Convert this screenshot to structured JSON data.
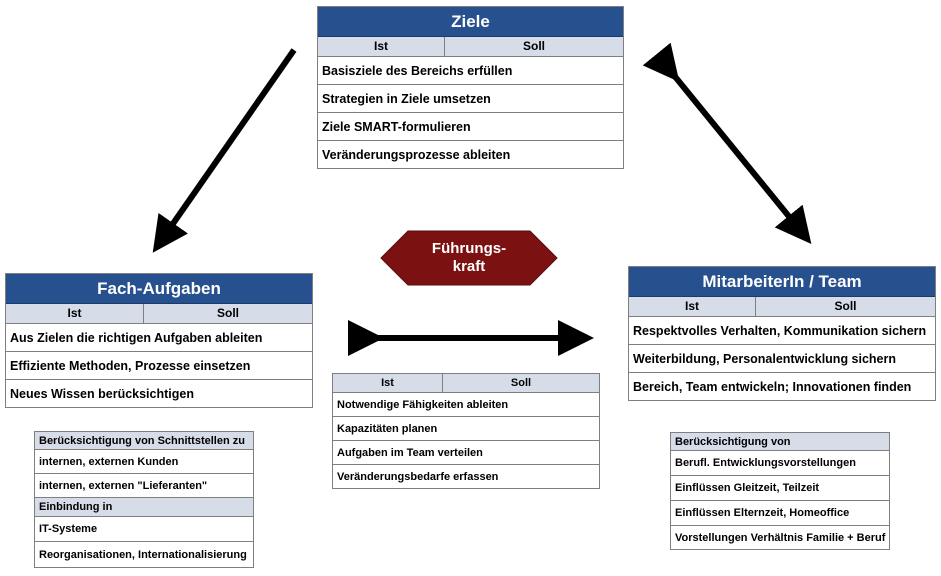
{
  "ziele": {
    "title": "Ziele",
    "ist": "Ist",
    "soll": "Soll",
    "rows": [
      "Basisziele des Bereichs erfüllen",
      "Strategien in Ziele umsetzen",
      "Ziele SMART-formulieren",
      "Veränderungsprozesse ableiten"
    ]
  },
  "fach": {
    "title": "Fach-Aufgaben",
    "ist": "Ist",
    "soll": "Soll",
    "rows": [
      "Aus Zielen die richtigen Aufgaben ableiten",
      "Effiziente Methoden, Prozesse einsetzen",
      "Neues Wissen berücksichtigen"
    ]
  },
  "team": {
    "title": "MitarbeiterIn / Team",
    "ist": "Ist",
    "soll": "Soll",
    "rows": [
      "Respektvolles Verhalten, Kommunikation sichern",
      "Weiterbildung, Personalentwicklung sichern",
      "Bereich, Team entwickeln; Innovationen finden"
    ]
  },
  "fuehrung": {
    "line1": "Führungs-",
    "line2": "kraft",
    "color": "#7b1111"
  },
  "center": {
    "ist": "Ist",
    "soll": "Soll",
    "rows": [
      "Notwendige Fähigkeiten ableiten",
      "Kapazitäten planen",
      "Aufgaben im Team verteilen",
      "Veränderungsbedarfe erfassen"
    ]
  },
  "left_small": {
    "header1": "Berücksichtigung von Schnittstellen zu",
    "rows1": [
      "internen, externen Kunden",
      "internen, externen \"Lieferanten\""
    ],
    "header2": "Einbindung in",
    "rows2": [
      "IT-Systeme",
      "Reorganisationen, Internationalisierung"
    ]
  },
  "right_small": {
    "header": "Berücksichtigung von",
    "rows": [
      "Berufl. Entwicklungsvorstellungen",
      "Einflüssen Gleitzeit, Teilzeit",
      "Einflüssen Elternzeit, Homeoffice",
      "Vorstellungen Verhältnis Familie + Beruf"
    ]
  },
  "colors": {
    "title_blue": "#27508f",
    "header_grey": "#d6dce8",
    "arrow": "#000000"
  }
}
